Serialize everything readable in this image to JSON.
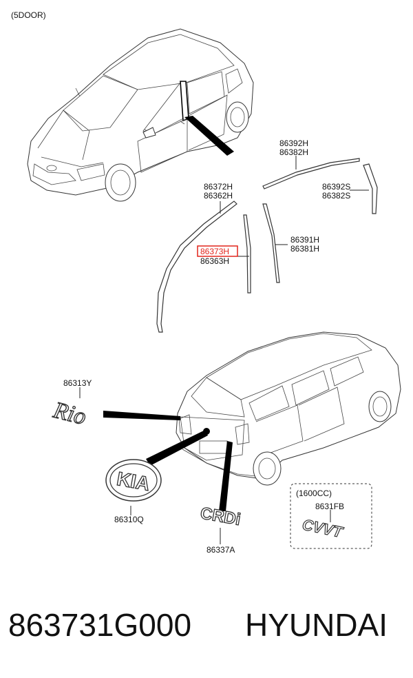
{
  "header": {
    "variant": "(5DOOR)"
  },
  "labels": {
    "p86392H": "86392H",
    "p86382H": "86382H",
    "p86392S": "86392S",
    "p86382S": "86382S",
    "p86372H": "86372H",
    "p86362H": "86362H",
    "p86373H": "86373H",
    "p86363H": "86363H",
    "p86391H": "86391H",
    "p86381H": "86381H",
    "p86313Y": "86313Y",
    "p86310Q": "86310Q",
    "p86337A": "86337A",
    "engine": "(1600CC)",
    "p8631FB": "8631FB"
  },
  "emblems": {
    "kia": "KIA",
    "rio": "Rio",
    "crdi": "CRDi",
    "cvvt": "CVVT"
  },
  "footer": {
    "part_number": "863731G000",
    "brand": "HYUNDAI"
  },
  "highlight_color": "#e2231a"
}
